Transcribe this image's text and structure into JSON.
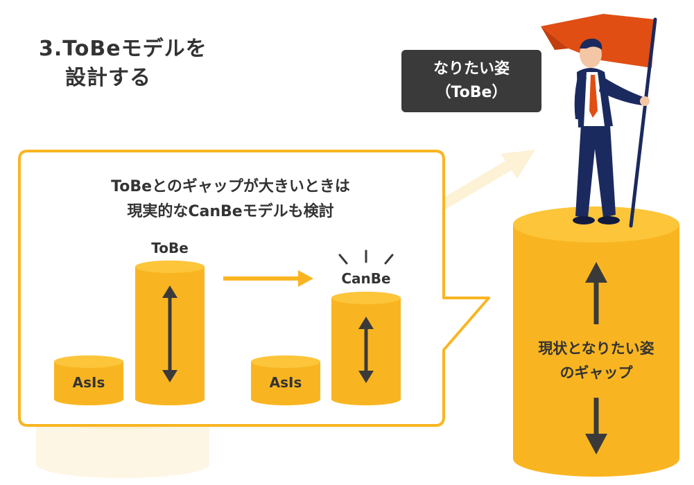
{
  "title": {
    "line1": "3.ToBeモデルを",
    "line2": "設計する"
  },
  "tobe_box": {
    "line1": "なりたい姿",
    "line2": "（ToBe）"
  },
  "callout": {
    "line1": "ToBeとのギャップが大きいときは",
    "line2": "現実的なCanBeモデルも検討"
  },
  "cylinders": {
    "asis_left": "AsIs",
    "tobe": "ToBe",
    "asis_right": "AsIs",
    "canbe": "CanBe"
  },
  "big_cylinder": {
    "line1": "現状となりたい姿",
    "line2": "のギャップ"
  },
  "colors": {
    "accent": "#f9b521",
    "accent_top": "#fcc53a",
    "accent_pale": "#fdf1d6",
    "flag": "#e04e14",
    "suit": "#1b2a5e",
    "dark": "#333333",
    "label_bg": "#3a3a3a"
  }
}
